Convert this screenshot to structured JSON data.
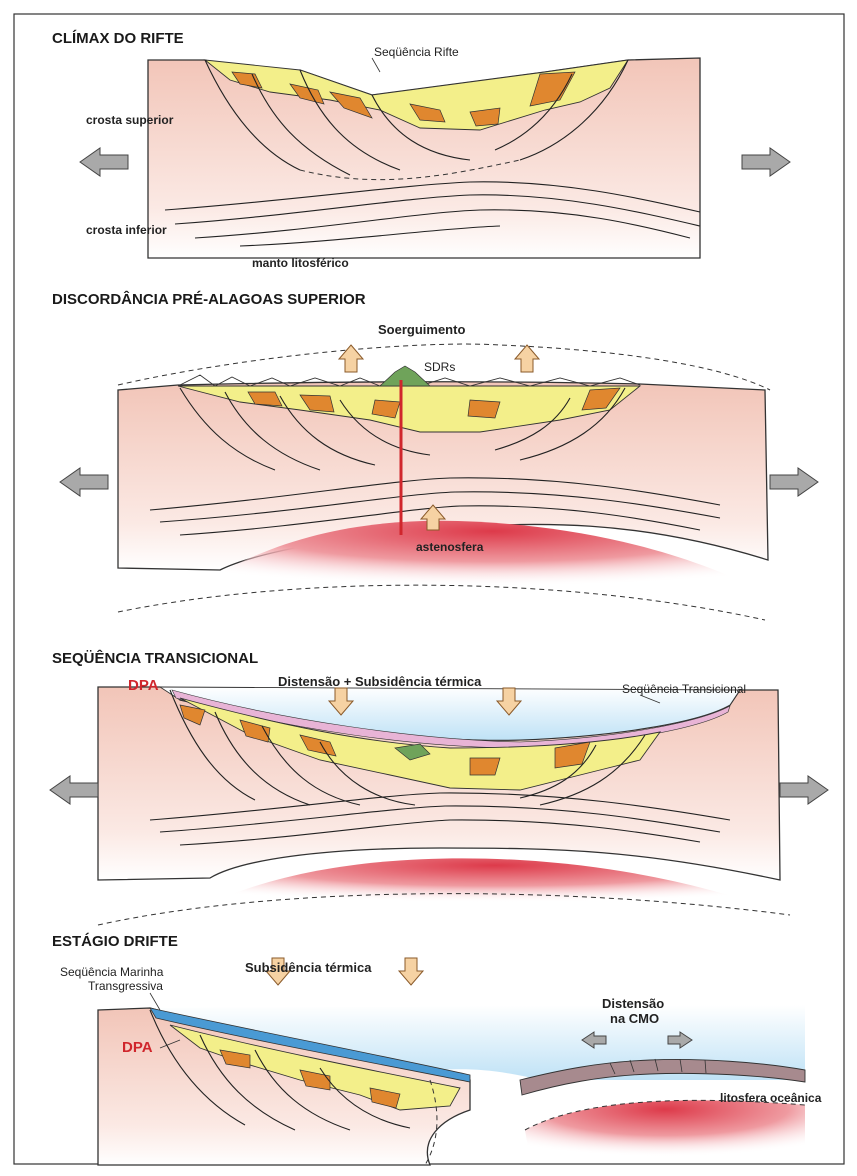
{
  "panels": [
    {
      "title": "CLÍMAX DO RIFTE",
      "labels": {
        "rift_sequence": "Seqüência Rifte",
        "upper_crust": "crosta superior",
        "lower_crust": "crosta inferior",
        "mantle": "manto litosférico"
      }
    },
    {
      "title": "DISCORDÂNCIA PRÉ-ALAGOAS SUPERIOR",
      "labels": {
        "uplift": "Soerguimento",
        "sdrs": "SDRs",
        "asthenosphere": "astenosfera"
      }
    },
    {
      "title": "SEQÜÊNCIA TRANSICIONAL",
      "labels": {
        "dpa": "DPA",
        "extension_subsidence": "Distensão + Subsidência térmica",
        "transitional_sequence": "Seqüência Transicional"
      }
    },
    {
      "title": "ESTÁGIO DRIFTE",
      "labels": {
        "marine_sequence_1": "Seqüência Marinha",
        "marine_sequence_2": "Transgressiva",
        "thermal_subsidence": "Subsidência térmica",
        "cmo_extension_1": "Distensão",
        "cmo_extension_2": "na CMO",
        "dpa": "DPA",
        "oceanic_lithosphere": "litosfera oceânica"
      }
    }
  ],
  "colors": {
    "crust_top": "#f2c9bd",
    "crust_bottom": "#ffffff",
    "rift_fill": "#f3ef8a",
    "fault_wedge": "#e0872f",
    "asthenosphere": "#e0505e",
    "sea": "#cfe8f7",
    "marine_sequence": "#4a9ad4",
    "transitional_sequence": "#e8b4d6",
    "dpa_text": "#d0262c",
    "oceanic_crust": "#a78a8e"
  }
}
